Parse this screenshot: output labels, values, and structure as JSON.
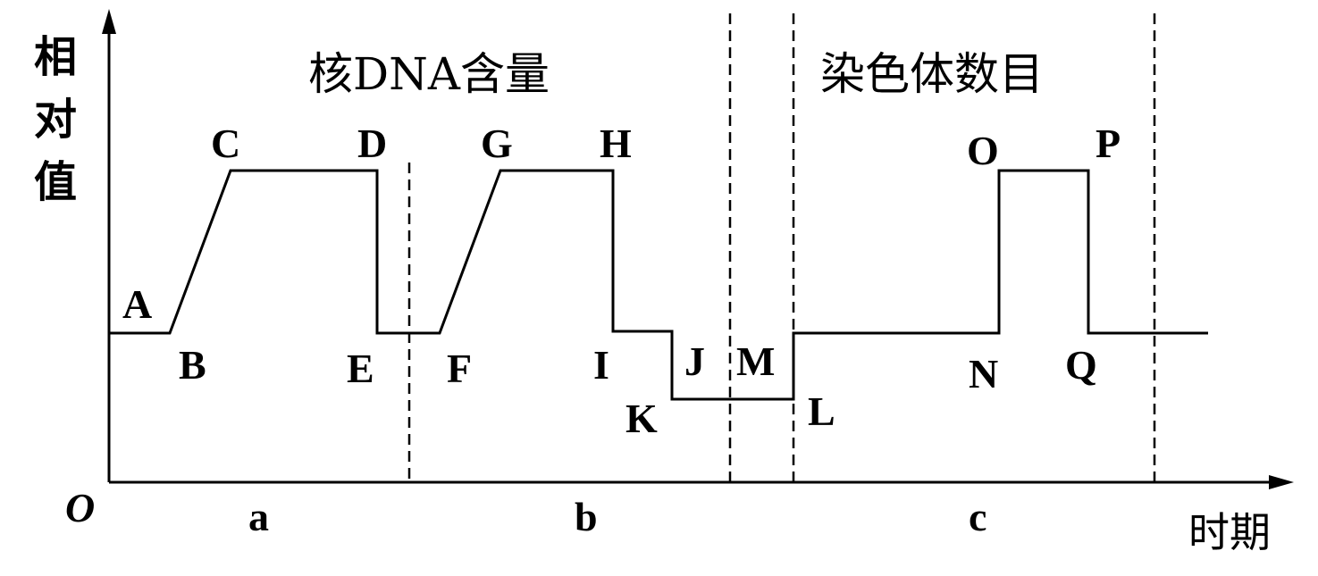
{
  "y_axis_label": [
    "相",
    "对",
    "值"
  ],
  "x_axis_label": "时期",
  "origin_label": "O",
  "headings": {
    "dna": "核DNA含量",
    "chromosome": "染色体数目"
  },
  "phase_labels": {
    "a": "a",
    "b": "b",
    "c": "c"
  },
  "points": {
    "A": "A",
    "B": "B",
    "C": "C",
    "D": "D",
    "E": "E",
    "F": "F",
    "G": "G",
    "H": "H",
    "I": "I",
    "J": "J",
    "K": "K",
    "L": "L",
    "M": "M",
    "N": "N",
    "O": "O",
    "P": "P",
    "Q": "Q"
  }
}
